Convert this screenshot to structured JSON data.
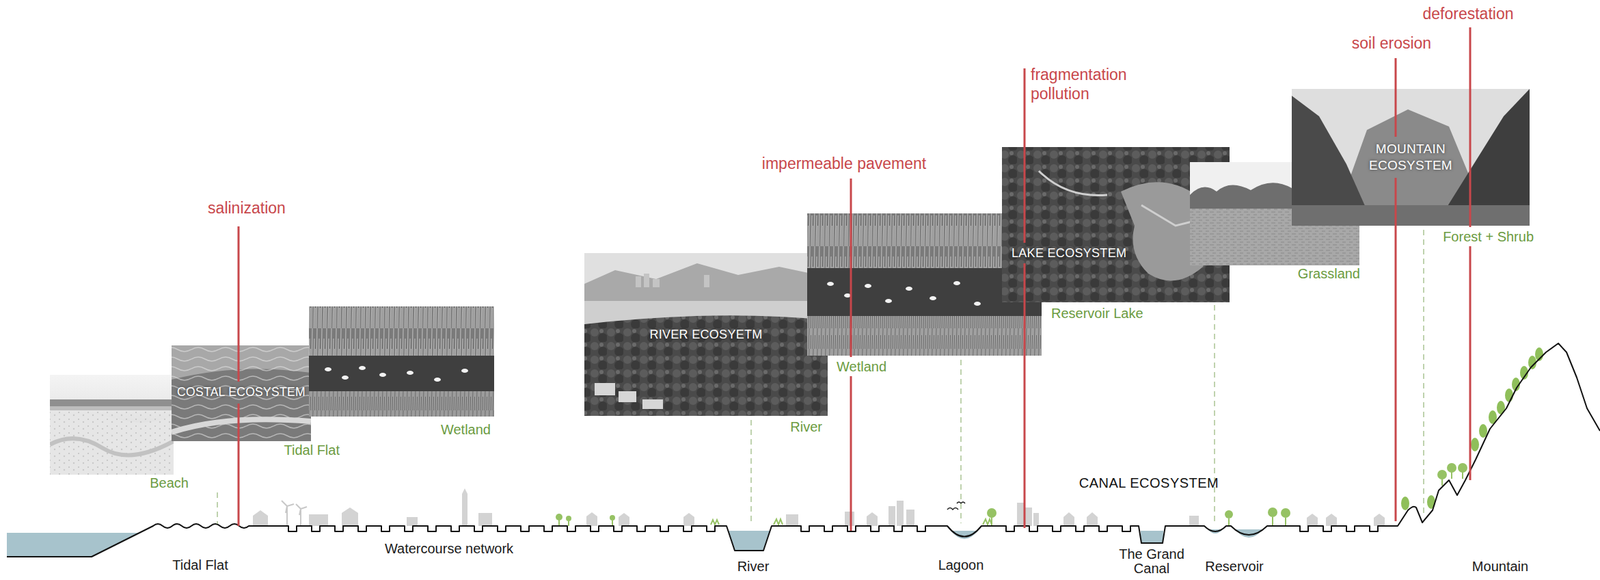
{
  "diagram": {
    "nodes": [
      {
        "text": [
          "COSTAL ECOSYSTEM"
        ]
      },
      {
        "text": [
          "RIVER ECOSYETM"
        ]
      },
      {
        "text": [
          "LAKE ECOSYSTEM"
        ]
      },
      {
        "text": [
          "MOUNTAIN ECOSYSTEM"
        ]
      }
    ],
    "labels": [
      "salinization",
      "impermeable pavement",
      "fragmentation pollution",
      "soil erosion",
      "deforestation",
      "Beach",
      "Tidal Flat",
      "Wetland",
      "River",
      "Wetland",
      "Reservoir Lake",
      "Grassland",
      "Forest + Shrub",
      "CANAL ECOSYSTEM",
      "Tidal Flat",
      "Watercourse network",
      "River",
      "Lagoon",
      "The Grand Canal",
      "Reservoir",
      "Mountain"
    ]
  }
}
